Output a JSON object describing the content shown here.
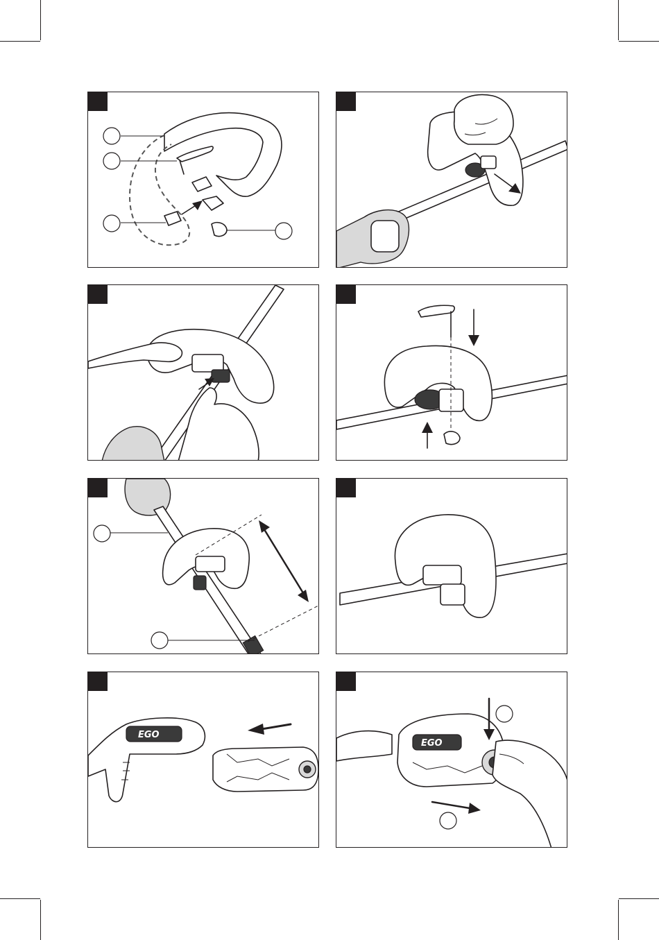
{
  "page": {
    "background": "#ffffff",
    "ink": "#231f20"
  },
  "figures": [
    {
      "name": "handle-assembly-exploded",
      "brand_logo": ""
    },
    {
      "name": "handle-push-forward",
      "brand_logo": ""
    },
    {
      "name": "handle-clamp-press",
      "brand_logo": ""
    },
    {
      "name": "handle-knob-insert",
      "brand_logo": ""
    },
    {
      "name": "handle-position-range",
      "brand_logo": ""
    },
    {
      "name": "handle-installed",
      "brand_logo": ""
    },
    {
      "name": "battery-slide-in",
      "brand_logo": "EGO"
    },
    {
      "name": "battery-release",
      "brand_logo": "EGO"
    }
  ],
  "icons": [
    "crop-mark-icon",
    "callout-circle-icon",
    "arrow-icon",
    "double-arrow-icon",
    "hand-icon",
    "battery-icon",
    "handle-icon",
    "shaft-icon"
  ]
}
